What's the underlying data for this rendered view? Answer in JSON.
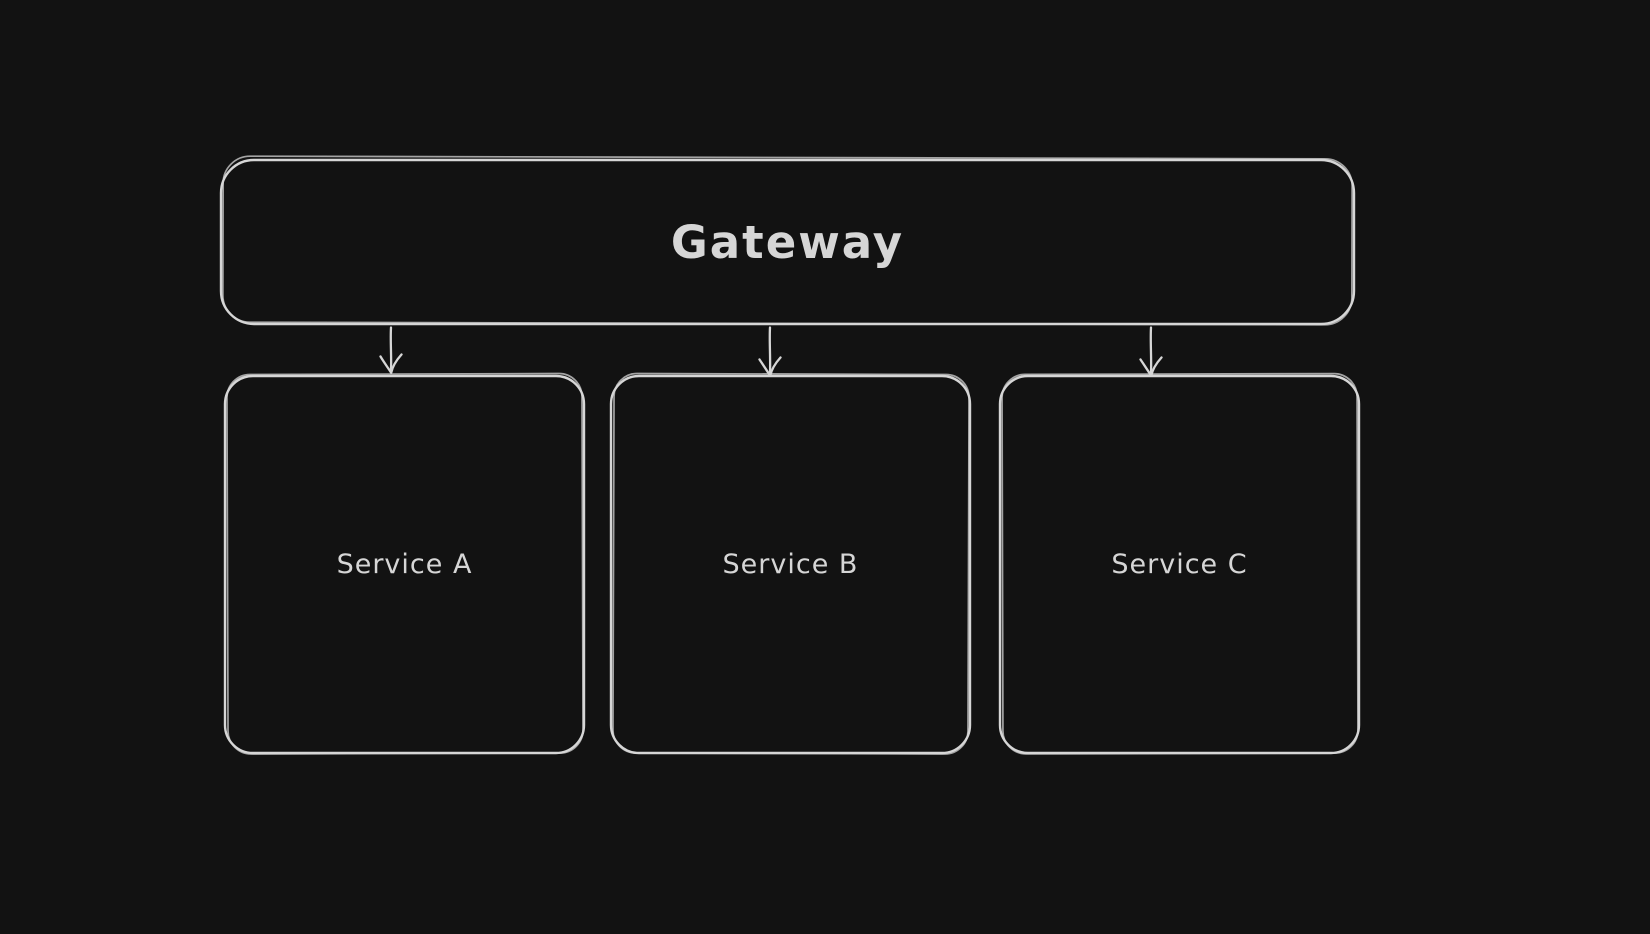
{
  "colors": {
    "background": "#121212",
    "stroke": "#d6d6d6",
    "text": "#d6d6d6"
  },
  "diagram": {
    "type": "flowchart",
    "direction": "top-down",
    "style": "hand-drawn",
    "nodes": [
      {
        "id": "gateway",
        "label": "Gateway",
        "shape": "rounded-rectangle"
      },
      {
        "id": "service-a",
        "label": "Service A",
        "shape": "rounded-rectangle"
      },
      {
        "id": "service-b",
        "label": "Service B",
        "shape": "rounded-rectangle"
      },
      {
        "id": "service-c",
        "label": "Service C",
        "shape": "rounded-rectangle"
      }
    ],
    "edges": [
      {
        "from": "Gateway",
        "to": "Service A",
        "arrow": "down"
      },
      {
        "from": "Gateway",
        "to": "Service B",
        "arrow": "down"
      },
      {
        "from": "Gateway",
        "to": "Service C",
        "arrow": "down"
      }
    ]
  }
}
